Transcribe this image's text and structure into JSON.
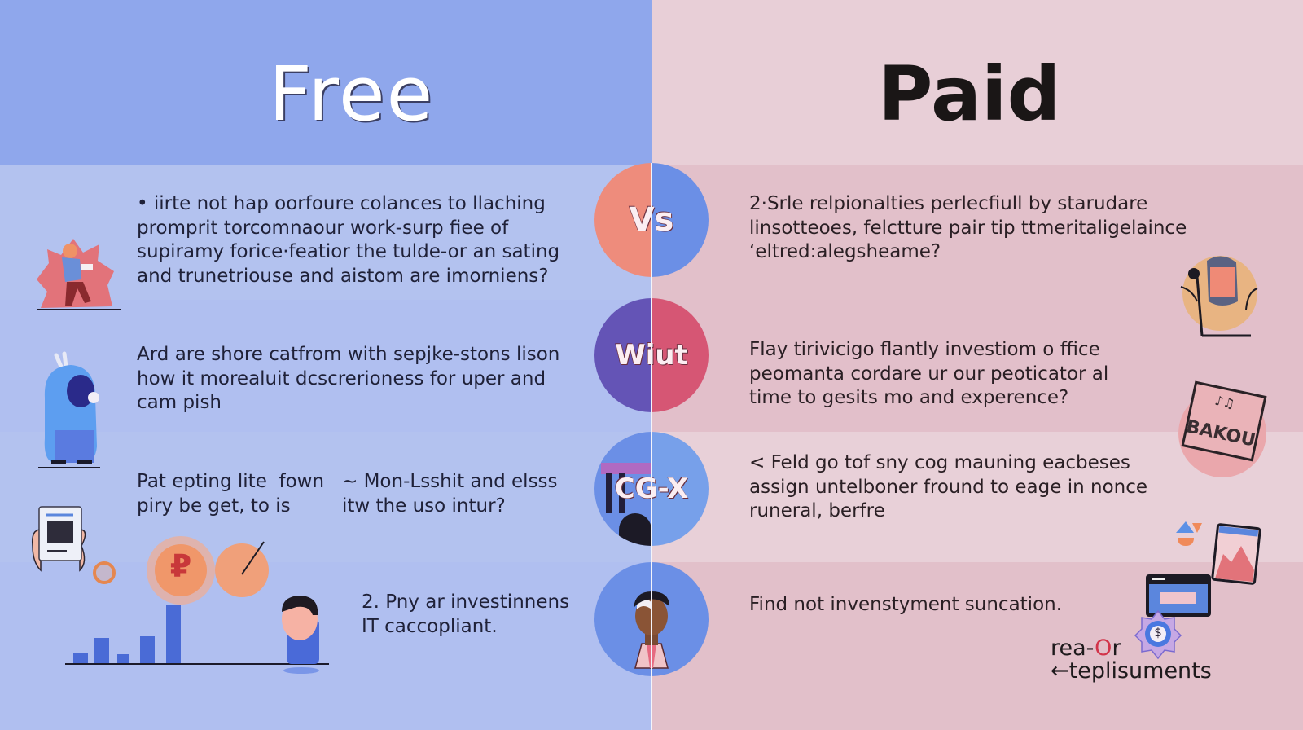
{
  "header": {
    "left_title": "Free",
    "right_title": "Paid"
  },
  "colors": {
    "free_header": "#8fa7ec",
    "free_body": "#b3c2ef",
    "paid_header": "#e8cfd7",
    "paid_body": "#e2c0ca",
    "divider": "#f4f4fb"
  },
  "rows": [
    {
      "free_text": "• iirte not hap oorfoure colances to llaching\npromprit torcomnaour work-surp fiee of\nsupiramy forice·featior the tulde-or an sating\nand trunetriouse and aistom are imorniens?",
      "badge": "Vs",
      "badge_left_color": "#ee8c7c",
      "badge_right_color": "#6b8fe6",
      "paid_text": "2·Srle relpionalties perlecfiull by starudare\nlinsotteoes, felctture pair tip ttmeritaligelaince\n‘eltred:alegsheame?",
      "free_icon": "person-running-icon",
      "paid_icon": "bearded-man-avatar-icon"
    },
    {
      "free_text": "Ard are shore catfrom with sepjke-stons lison\nhow it morealuit dcscrerioness for uper and\ncam pish",
      "badge": "Wiut",
      "badge_left_color": "#6454b6",
      "badge_right_color": "#d65674",
      "paid_text": "Flay tirivicigo flantly investiom o ffice\npeomanta cordare ur our peoticator al\ntime to gesits mo and experence?",
      "free_icon": "blue-creature-icon",
      "paid_icon": "music-book-icon",
      "paid_icon_label": "BAKOU"
    },
    {
      "free_text_a": "Pat epting lite  fown\npiry be get, to is",
      "free_text_b": "~ Mon-Lsshit and elsss\nitw the uso intur?",
      "badge": "CG-X",
      "badge_left_color": "#6b8fe6",
      "badge_right_color": "#77a0ea",
      "paid_text": "< Feld go tof sny cog mauning eacbeses\nassign untelboner fround to eage in nonce\nruneral, berfre",
      "free_icon": "document-tablet-icon",
      "paid_icon": "shapes-and-chart-window-icon"
    },
    {
      "free_text": "2. Pny ar investinnens\nIT caccopliant.",
      "badge": "",
      "badge_left_color": "#6b8fe6",
      "badge_right_color": "#6b8fe6",
      "paid_text": "Find not invenstyment suncation.",
      "free_icon": "bar-chart-coin-illustration",
      "paid_icon": "browser-window-badge-icon"
    }
  ],
  "brand": {
    "line1_a": "rea-",
    "line1_b": "O",
    "line1_c": "r",
    "line2": "←teplisuments",
    "badge_glyph": "$"
  },
  "illustration": {
    "coin_symbol": "₽"
  }
}
